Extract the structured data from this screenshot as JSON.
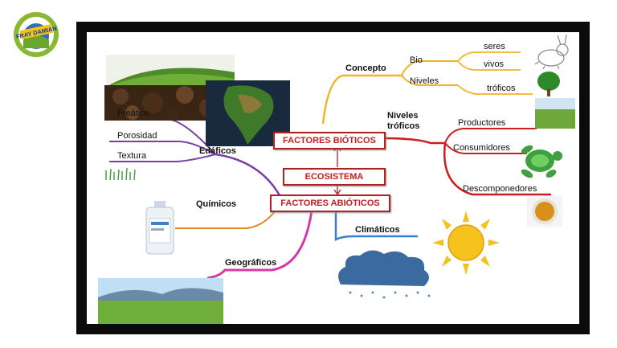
{
  "logo": {
    "text": "FRAY DAMIAN",
    "colors": {
      "ring": "#8ab832",
      "inner": "#2f6fb3"
    }
  },
  "central": {
    "ecosistema": "ECOSISTEMA",
    "bioticos": "FACTORES BIÓTICOS",
    "abioticos": "FACTORES ABIÓTICOS"
  },
  "bioticos_branch": {
    "concepto": "Concepto",
    "bio": "Bio",
    "seres": "seres",
    "vivos": "vivos",
    "niveles": "Niveles",
    "troficos": "tróficos",
    "niveles_troficos_1": "Niveles",
    "niveles_troficos_2": "tróficos",
    "productores": "Productores",
    "consumidores": "Consumidores",
    "descomponedores": "Descomponedores"
  },
  "abioticos_branch": {
    "edaficos": "Edáficos",
    "freatico": "Freático",
    "porosidad": "Porosidad",
    "textura": "Textura",
    "quimicos": "Químicos",
    "geograficos": "Geográficos",
    "climaticos": "Climáticos"
  },
  "colors": {
    "frame": "#0b0b0b",
    "box_border": "#b02020",
    "box_text": "#c41e1e",
    "concepto_line": "#f0b429",
    "niveles_line": "#cc1f1f",
    "edaficos_line": "#7b3fa8",
    "quimicos_line": "#e08a2a",
    "geograficos_line": "#d63aa8",
    "climaticos_line": "#3a7fd0"
  }
}
